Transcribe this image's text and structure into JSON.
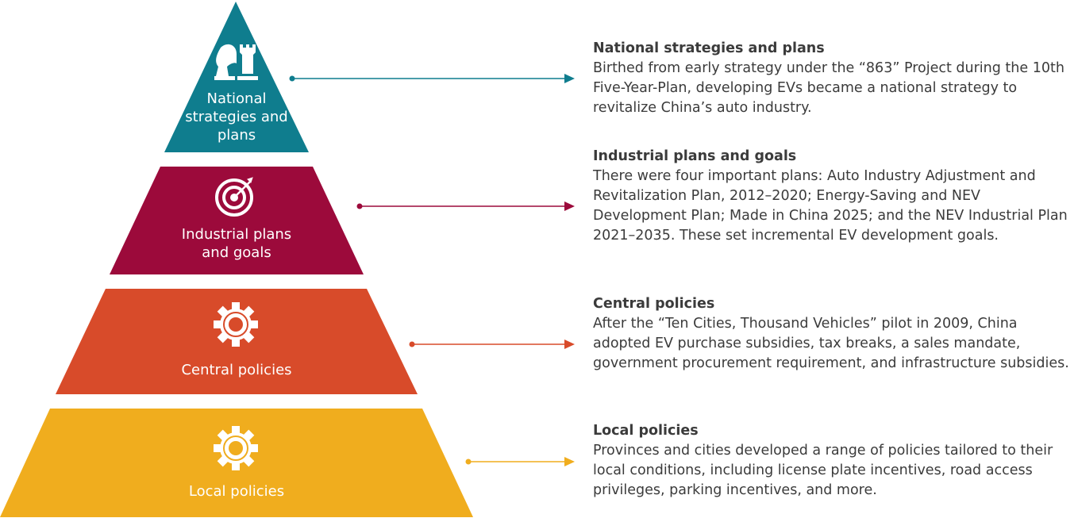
{
  "colors": {
    "national": "#0f7d8e",
    "industrial": "#9c0a3b",
    "central": "#d84b2a",
    "local": "#f0ad1e",
    "text": "#3b3b3b"
  },
  "levels": [
    {
      "label": "National strategies and plans",
      "icon": "chess-icon",
      "title": "National strategies and plans",
      "body": "Birthed from early strategy under the “863” Project during the 10th Five-Year-Plan, developing EVs became a national strategy to revitalize China’s auto industry."
    },
    {
      "label": "Industrial plans and goals",
      "icon": "target-icon",
      "title": "Industrial plans and goals",
      "body": "There were four important plans: Auto Industry Adjustment and Revitalization Plan, 2012–2020; Energy-Saving and NEV Development Plan; Made in China 2025; and the NEV Industrial Plan 2021–2035. These set incremental EV development goals."
    },
    {
      "label": "Central policies",
      "icon": "gear-icon",
      "title": "Central policies",
      "body": "After the “Ten Cities, Thousand Vehicles” pilot in 2009, China adopted EV purchase subsidies, tax breaks, a sales mandate, government procurement requirement, and infrastructure subsidies."
    },
    {
      "label": "Local policies",
      "icon": "gear-icon",
      "title": "Local policies",
      "body": "Provinces and cities developed a range of policies tailored to their local conditions, including license plate incentives, road access privileges, parking incentives, and more."
    }
  ]
}
